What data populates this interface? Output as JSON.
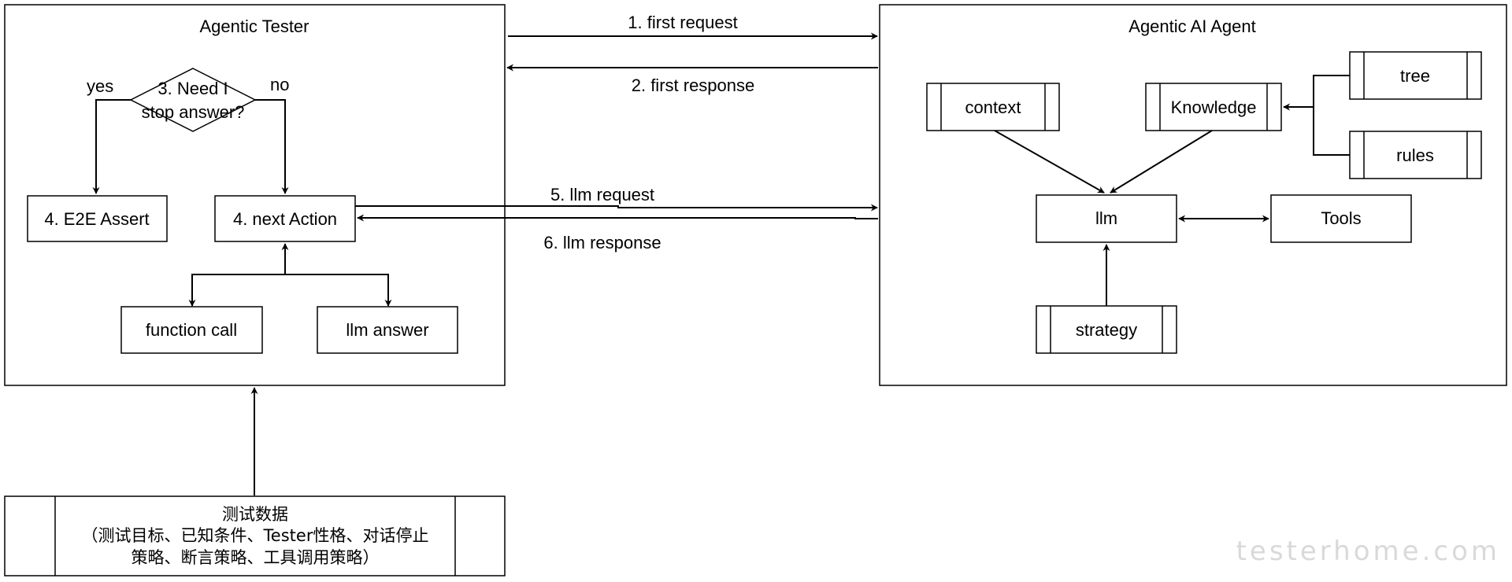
{
  "tester": {
    "title": "Agentic Tester",
    "decision": {
      "line1": "3. Need I",
      "line2": "stop answer?"
    },
    "yes_label": "yes",
    "no_label": "no",
    "assert_box": "4. E2E Assert",
    "next_action_box": "4. next Action",
    "function_call_box": "function call",
    "llm_answer_box": "llm answer"
  },
  "agent": {
    "title": "Agentic AI Agent",
    "context_box": "context",
    "knowledge_box": "Knowledge",
    "tree_box": "tree",
    "rules_box": "rules",
    "llm_box": "llm",
    "tools_box": "Tools",
    "strategy_box": "strategy"
  },
  "flows": {
    "first_request": "1. first request",
    "first_response": "2. first response",
    "llm_request": "5. llm request",
    "llm_response": "6. llm response"
  },
  "test_data": {
    "line1": "测试数据",
    "line2": "（测试目标、已知条件、Tester性格、对话停止",
    "line3": "策略、断言策略、工具调用策略）"
  },
  "watermark": "testerhome.com"
}
